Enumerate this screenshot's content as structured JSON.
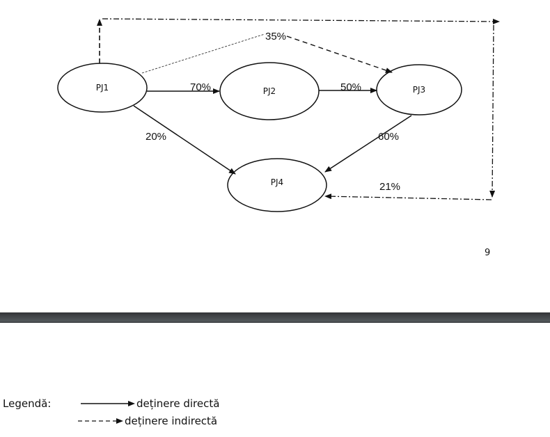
{
  "diagram": {
    "nodes": [
      {
        "id": "PJ1",
        "label": "PJ1"
      },
      {
        "id": "PJ2",
        "label": "PJ2"
      },
      {
        "id": "PJ3",
        "label": "PJ3"
      },
      {
        "id": "PJ4",
        "label": "PJ4"
      }
    ],
    "edges": [
      {
        "from": "PJ1",
        "to": "PJ2",
        "label": "70%",
        "type": "direct"
      },
      {
        "from": "PJ2",
        "to": "PJ3",
        "label": "50%",
        "type": "direct"
      },
      {
        "from": "PJ1",
        "to": "PJ4",
        "label": "20%",
        "type": "direct"
      },
      {
        "from": "PJ3",
        "to": "PJ4",
        "label": "60%",
        "type": "direct"
      },
      {
        "from": "PJ1",
        "to": "PJ3",
        "label": "35%",
        "type": "indirect"
      },
      {
        "from": "PJ1",
        "to": "PJ4",
        "label": "21%",
        "type": "indirect"
      }
    ]
  },
  "page_number": "9",
  "legend": {
    "title": "Legendă:",
    "items": [
      {
        "label": "deținere directă",
        "style": "solid"
      },
      {
        "label": "deținere indirectă",
        "style": "dashed"
      }
    ]
  }
}
